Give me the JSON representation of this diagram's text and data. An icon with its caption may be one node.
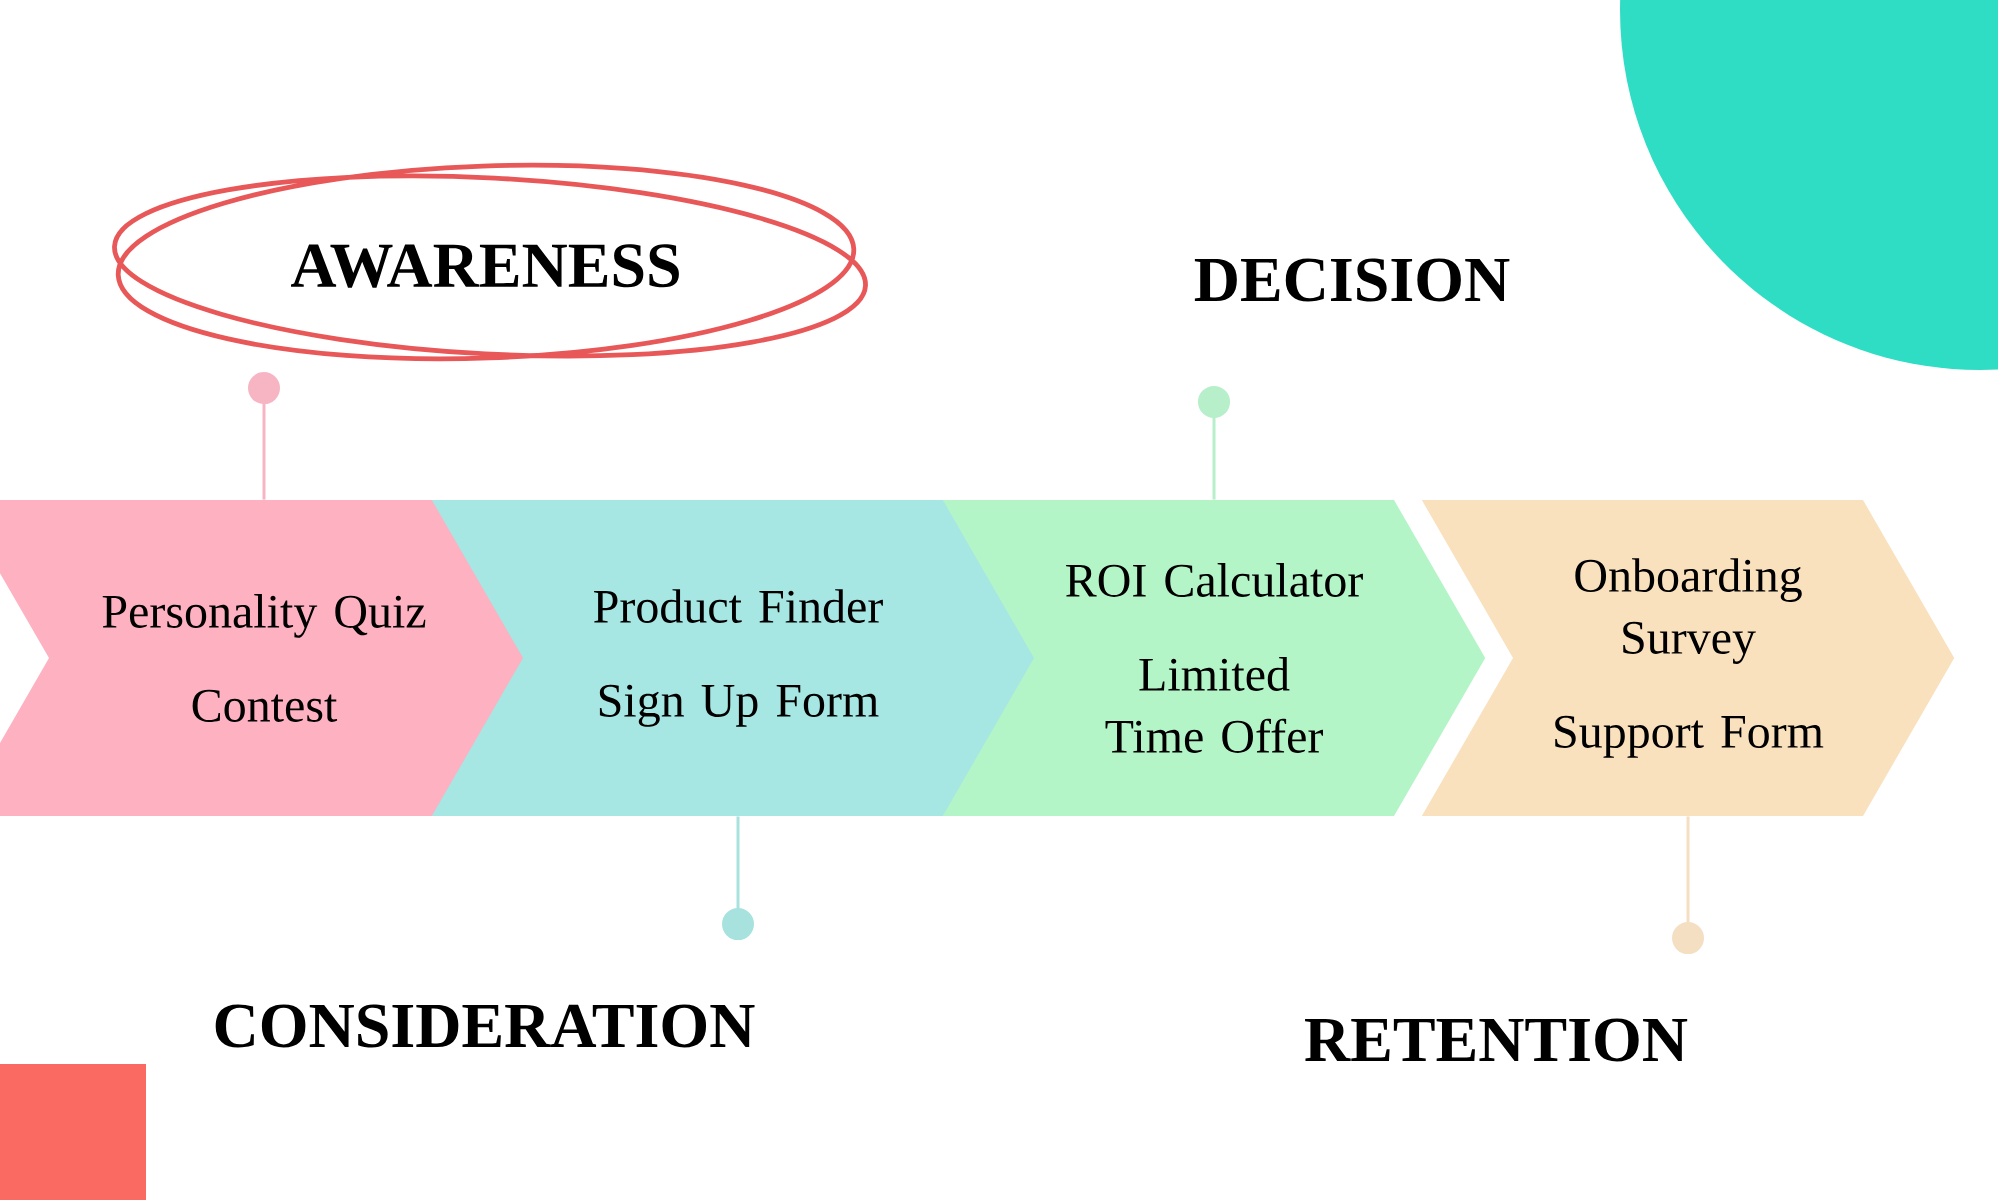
{
  "diagram": {
    "nodes": [
      {
        "text": [
          "Personality Quiz",
          "Contest"
        ]
      },
      {
        "text": [
          "Product Finder",
          "Sign Up Form"
        ]
      },
      {
        "text": [
          "ROI Calculator",
          "Limited Time Offer"
        ]
      },
      {
        "text": [
          "Onboarding Survey",
          "Support Form"
        ]
      },
      {
        "text": [
          "AWARENESS"
        ]
      },
      {
        "text": [
          "DECISION"
        ]
      },
      {
        "text": [
          "CONSIDERATION"
        ]
      },
      {
        "text": [
          "RETENTION"
        ]
      }
    ],
    "edges": [
      {
        "from": 4,
        "to": 0,
        "arrow": "other"
      },
      {
        "from": 5,
        "to": 2,
        "arrow": "other"
      },
      {
        "from": 6,
        "to": 1,
        "arrow": "other"
      },
      {
        "from": 7,
        "to": 3,
        "arrow": "other"
      }
    ]
  }
}
